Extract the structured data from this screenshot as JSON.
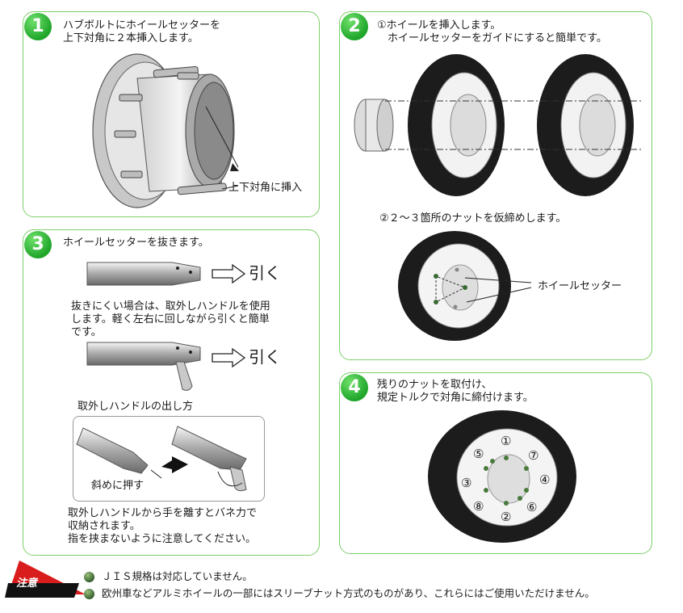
{
  "step1": {
    "number": "1",
    "text": "ハブボルトにホイールセッターを\n上下対角に２本挿入します。",
    "callout": "上下対角に挿入"
  },
  "step2": {
    "number": "2",
    "text1": "①ホイールを挿入します。\n　ホイールセッターをガイドにすると簡単です。",
    "text2": "②２～３箇所のナットを仮締めします。",
    "callout": "ホイールセッター"
  },
  "step3": {
    "number": "3",
    "text1": "ホイールセッターを抜きます。",
    "pull_label": "引く",
    "pull_label2": "引く",
    "text2": "抜きにくい場合は、取外しハンドルを使用\nします。軽く左右に回しながら引くと簡単\nです。",
    "subheading": "取外しハンドルの出し方",
    "diagonal_label": "斜めに押す",
    "text3": "取外しハンドルから手を離すとバネ力で\n収納されます。\n指を挟まないように注意してください。"
  },
  "step4": {
    "number": "4",
    "text": "残りのナットを取付け、\n規定トルクで対角に締付けます。",
    "order": [
      "①",
      "②",
      "③",
      "④",
      "⑤",
      "⑥",
      "⑦",
      "⑧"
    ]
  },
  "caution": {
    "label": "注意",
    "items": [
      "ＪＩＳ規格は対応していません。",
      "欧州車などアルミホイールの一部にはスリーブナット方式のものがあり、これらにはご使用いただけません。"
    ]
  }
}
